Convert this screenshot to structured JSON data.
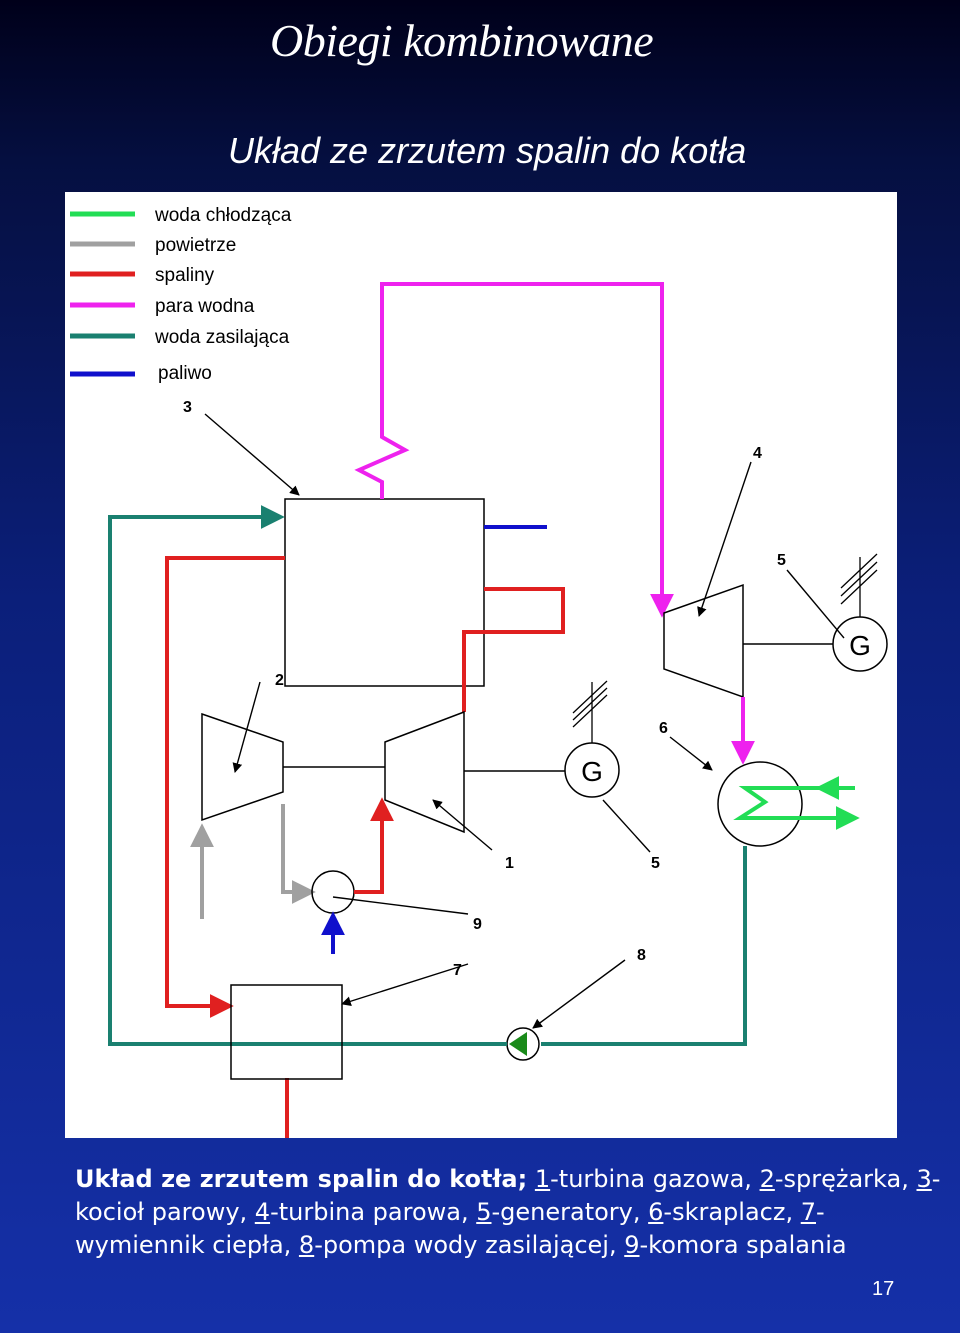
{
  "slide": {
    "title": "Obiegi kombinowane",
    "subtitle": "Układ ze zrzutem spalin do kotła",
    "page_number": "17"
  },
  "legend": [
    {
      "label": "woda chłodząca",
      "color": "#22dd55"
    },
    {
      "label": "powietrze",
      "color": "#a0a0a0"
    },
    {
      "label": "spaliny",
      "color": "#e02020"
    },
    {
      "label": "para wodna",
      "color": "#ee22ee"
    },
    {
      "label": "woda zasilająca",
      "color": "#1a8070"
    },
    {
      "label": "paliwo",
      "color": "#1010cc"
    }
  ],
  "diagram": {
    "generator_symbol": "G",
    "labels": {
      "n1": "1",
      "n2": "2",
      "n3": "3",
      "n4": "4",
      "n5a": "5",
      "n5b": "5",
      "n6": "6",
      "n7": "7",
      "n8": "8",
      "n9": "9"
    },
    "icons": [
      "heat-exchanger-coil-icon",
      "ground-hatch-icon",
      "pump-icon",
      "combustion-chamber-icon"
    ]
  },
  "caption": {
    "lead": "Układ ze zrzutem spalin do kotła;",
    "items": [
      {
        "num": "1",
        "text": "-turbina gazowa, "
      },
      {
        "num": "2",
        "text": "-sprężarka, "
      },
      {
        "num": "3",
        "text": "-kocioł parowy, "
      },
      {
        "num": "4",
        "text": "-turbina parowa, "
      },
      {
        "num": "5",
        "text": "-generatory, "
      },
      {
        "num": "6",
        "text": "-skraplacz, "
      },
      {
        "num": "7",
        "text": "-wymiennik ciepła, "
      },
      {
        "num": "8",
        "text": "-pompa wody zasilającej, "
      },
      {
        "num": "9",
        "text": "-komora spalania"
      }
    ]
  }
}
